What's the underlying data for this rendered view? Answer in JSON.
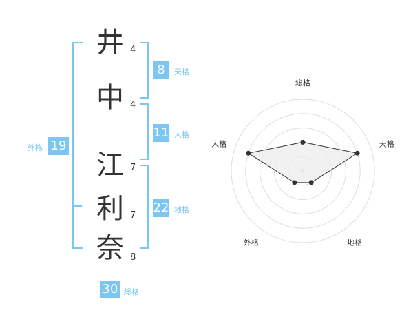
{
  "name": [
    {
      "char": "井",
      "strokes": "4"
    },
    {
      "char": "中",
      "strokes": "4"
    },
    {
      "char": "江",
      "strokes": "7"
    },
    {
      "char": "利",
      "strokes": "7"
    },
    {
      "char": "奈",
      "strokes": "8"
    }
  ],
  "kakusu": {
    "tenkaku": {
      "value": "8",
      "label": "天格"
    },
    "jinkaku": {
      "value": "11",
      "label": "人格"
    },
    "chikaku": {
      "value": "22",
      "label": "地格"
    },
    "gaikaku": {
      "value": "19",
      "label": "外格"
    },
    "soukaku": {
      "value": "30",
      "label": "総格"
    }
  },
  "radar": {
    "axes": [
      "総格",
      "天格",
      "地格",
      "外格",
      "人格"
    ],
    "values": [
      2,
      4,
      1,
      1,
      4
    ],
    "max": 5,
    "colors": {
      "accent": "#7cc6f2",
      "ring": "#dddddd",
      "fill": "#eeeeee",
      "line": "#333333"
    }
  }
}
